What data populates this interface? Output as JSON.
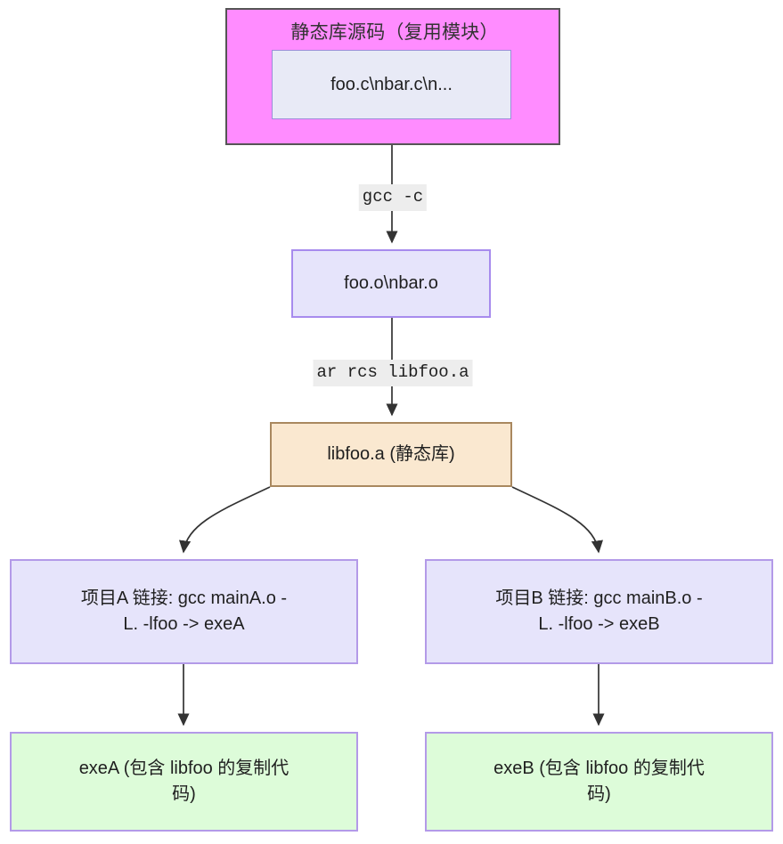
{
  "diagram": {
    "type": "flowchart",
    "direction": "top-down",
    "background_color": "#ffffff",
    "cluster": {
      "title": "静态库源码（复用模块）",
      "fill_color": "#ff8cff",
      "border_color": "#555555"
    },
    "nodes": [
      {
        "id": "src",
        "label": "foo.c\\nbar.c\\n...",
        "fill_color": "#e8eaf6",
        "border_color": "#9a8fd8"
      },
      {
        "id": "obj",
        "label": "foo.o\\nbar.o",
        "fill_color": "#e6e4fb",
        "border_color": "#a78bee"
      },
      {
        "id": "lib",
        "label": "libfoo.a (静态库)",
        "fill_color": "#fae8d0",
        "border_color": "#a9885f"
      },
      {
        "id": "projA",
        "label": "项目A 链接: gcc mainA.o -\nL. -lfoo -> exeA",
        "fill_color": "#e6e4fb",
        "border_color": "#b39ae8"
      },
      {
        "id": "projB",
        "label": "项目B 链接: gcc mainB.o -\nL. -lfoo -> exeB",
        "fill_color": "#e6e4fb",
        "border_color": "#b39ae8"
      },
      {
        "id": "exeA",
        "label": "exeA (包含 libfoo 的复制代\n码)",
        "fill_color": "#ddfcd9",
        "border_color": "#b39ae8"
      },
      {
        "id": "exeB",
        "label": "exeB (包含 libfoo 的复制代\n码)",
        "fill_color": "#ddfcd9",
        "border_color": "#b39ae8"
      }
    ],
    "edges": [
      {
        "from": "src",
        "to": "obj",
        "label": "gcc -c"
      },
      {
        "from": "obj",
        "to": "lib",
        "label": "ar rcs libfoo.a"
      },
      {
        "from": "lib",
        "to": "projA",
        "label": ""
      },
      {
        "from": "lib",
        "to": "projB",
        "label": ""
      },
      {
        "from": "projA",
        "to": "exeA",
        "label": ""
      },
      {
        "from": "projB",
        "to": "exeB",
        "label": ""
      }
    ],
    "edge_style": {
      "line_color": "#333333",
      "label_background": "#ededed"
    }
  }
}
